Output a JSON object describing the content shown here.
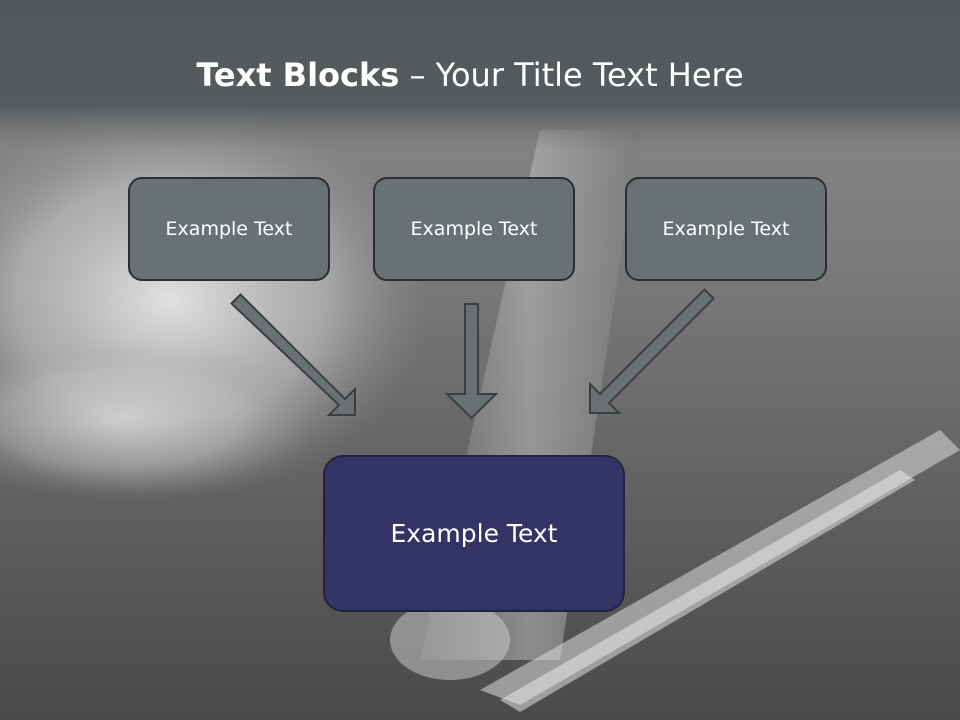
{
  "title": {
    "bold": "Text Blocks",
    "separator": " – ",
    "rest": "Your Title Text Here"
  },
  "blocks": {
    "left": "Example Text",
    "middle": "Example Text",
    "right": "Example Text",
    "center": "Example Text"
  },
  "colors": {
    "header_band": "#52575a",
    "small_box_fill": "#6a7174",
    "center_box_fill": "#343366",
    "arrow_fill": "#6a7174",
    "arrow_stroke": "#3a3f41"
  }
}
